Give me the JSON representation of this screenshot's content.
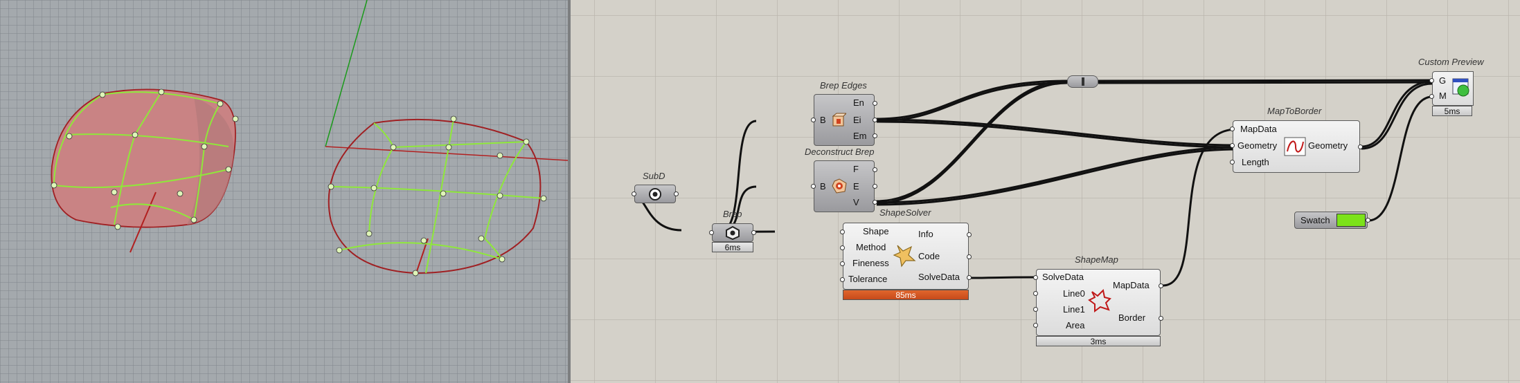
{
  "viewport": {
    "label": "Rhino perspective viewport"
  },
  "components": {
    "subd": {
      "title": "SubD"
    },
    "brep": {
      "title": "Brep",
      "timer": "6ms"
    },
    "brep_edges": {
      "title": "Brep Edges",
      "input": "B",
      "outputs": [
        "En",
        "Ei",
        "Em"
      ]
    },
    "deconstruct_brep": {
      "title": "Deconstruct Brep",
      "input": "B",
      "outputs": [
        "F",
        "E",
        "V"
      ]
    },
    "shape_solver": {
      "title": "ShapeSolver",
      "inputs": [
        "Shape",
        "Method",
        "Fineness",
        "Tolerance"
      ],
      "outputs": [
        "Info",
        "Code",
        "SolveData"
      ],
      "timer": "85ms"
    },
    "shape_map": {
      "title": "ShapeMap",
      "inputs": [
        "SolveData",
        "Line0",
        "Line1",
        "Area"
      ],
      "outputs": [
        "MapData",
        "Border"
      ],
      "timer": "3ms"
    },
    "map_to_border": {
      "title": "MapToBorder",
      "inputs": [
        "MapData",
        "Geometry",
        "Length"
      ],
      "output": "Geometry"
    },
    "custom_preview": {
      "title": "Custom Preview",
      "inputs": [
        "G",
        "M"
      ],
      "timer": "5ms"
    },
    "swatch": {
      "label": "Swatch",
      "color": "#7ce21a"
    }
  },
  "colors": {
    "accent_red": "#b01e22",
    "mesh_green": "#8fe83a",
    "timer_hot": "#d4561f"
  }
}
